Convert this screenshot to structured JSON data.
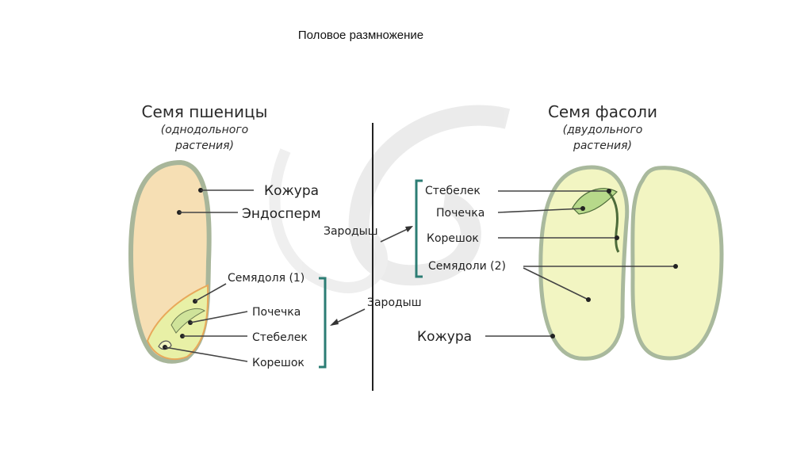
{
  "page_title": "Половое размножение",
  "wheat": {
    "title": "Семя пшеницы",
    "subtitle_line1": "(однодольного",
    "subtitle_line2": "растения)",
    "labels": {
      "coat": "Кожура",
      "endosperm": "Эндосперм",
      "cotyledon": "Семядоля (1)",
      "bud": "Почечка",
      "stem": "Стебелек",
      "root": "Корешок",
      "embryo": "Зародыш"
    }
  },
  "bean": {
    "title": "Семя фасоли",
    "subtitle_line1": "(двудольного",
    "subtitle_line2": "растения)",
    "labels": {
      "stem": "Стебелек",
      "bud": "Почечка",
      "root": "Корешок",
      "cotyledons": "Семядоли (2)",
      "coat": "Кожура",
      "embryo": "Зародыш"
    }
  },
  "colors": {
    "wheat_fill": "#f6dfb4",
    "wheat_outline": "#a8b69a",
    "embryo_fill": "#e8f0a6",
    "embryo_edge": "#e8a85a",
    "bean_fill": "#f2f5c2",
    "bean_outline": "#a9b99d",
    "bracket": "#2c7d74",
    "bean_embryo": "#b7d98a"
  }
}
